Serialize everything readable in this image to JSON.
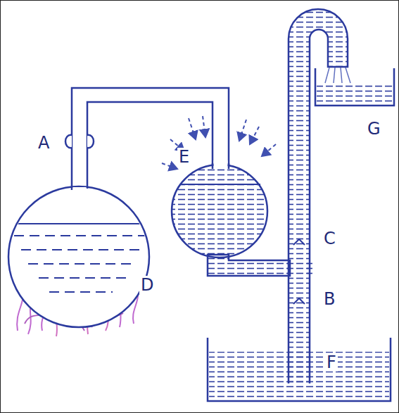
{
  "diagram": {
    "labels": [
      "G",
      "A",
      "E",
      "C",
      "D",
      "B",
      "F"
    ]
  }
}
